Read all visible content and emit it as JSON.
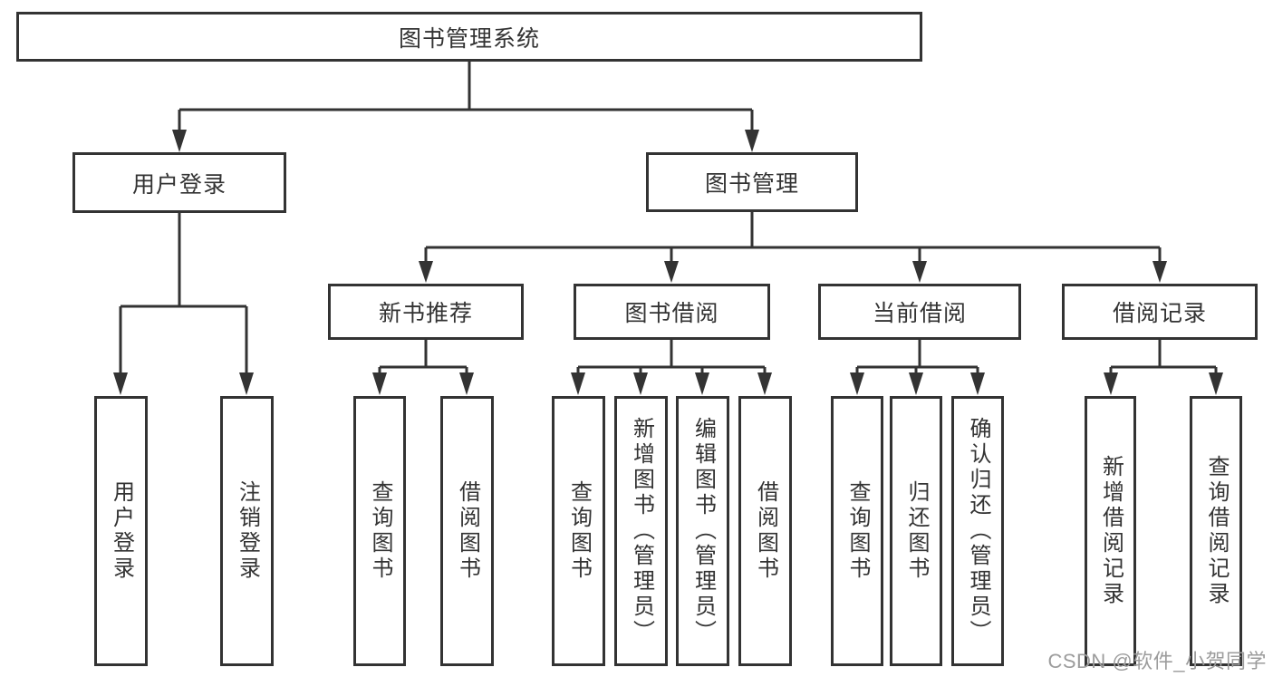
{
  "diagram": {
    "type": "hierarchy-diagram",
    "nodes": {
      "root": {
        "label": "图书管理系统"
      },
      "user_login": {
        "label": "用户登录"
      },
      "book_management": {
        "label": "图书管理"
      },
      "new_book_recommend": {
        "label": "新书推荐"
      },
      "book_borrowing": {
        "label": "图书借阅"
      },
      "current_borrowing": {
        "label": "当前借阅"
      },
      "borrowing_records": {
        "label": "借阅记录"
      },
      "leaf_user_login": {
        "label": "用户登录"
      },
      "leaf_logout": {
        "label": "注销登录"
      },
      "leaf_query_books_1": {
        "label": "查询图书"
      },
      "leaf_borrow_books_1": {
        "label": "借阅图书"
      },
      "leaf_query_books_2": {
        "label": "查询图书"
      },
      "leaf_add_books_admin": {
        "label": "新增图书（管理员）"
      },
      "leaf_edit_books_admin": {
        "label": "编辑图书（管理员）"
      },
      "leaf_borrow_books_2": {
        "label": "借阅图书"
      },
      "leaf_query_books_3": {
        "label": "查询图书"
      },
      "leaf_return_books": {
        "label": "归还图书"
      },
      "leaf_confirm_return_admin": {
        "label": "确认归还（管理员）"
      },
      "leaf_add_borrow_record": {
        "label": "新增借阅记录"
      },
      "leaf_query_borrow_record": {
        "label": "查询借阅记录"
      }
    },
    "edges": [
      {
        "from": "root",
        "to": "user_login"
      },
      {
        "from": "root",
        "to": "book_management"
      },
      {
        "from": "user_login",
        "to": "leaf_user_login"
      },
      {
        "from": "user_login",
        "to": "leaf_logout"
      },
      {
        "from": "book_management",
        "to": "new_book_recommend"
      },
      {
        "from": "book_management",
        "to": "book_borrowing"
      },
      {
        "from": "book_management",
        "to": "current_borrowing"
      },
      {
        "from": "book_management",
        "to": "borrowing_records"
      },
      {
        "from": "new_book_recommend",
        "to": "leaf_query_books_1"
      },
      {
        "from": "new_book_recommend",
        "to": "leaf_borrow_books_1"
      },
      {
        "from": "book_borrowing",
        "to": "leaf_query_books_2"
      },
      {
        "from": "book_borrowing",
        "to": "leaf_add_books_admin"
      },
      {
        "from": "book_borrowing",
        "to": "leaf_edit_books_admin"
      },
      {
        "from": "book_borrowing",
        "to": "leaf_borrow_books_2"
      },
      {
        "from": "current_borrowing",
        "to": "leaf_query_books_3"
      },
      {
        "from": "current_borrowing",
        "to": "leaf_return_books"
      },
      {
        "from": "current_borrowing",
        "to": "leaf_confirm_return_admin"
      },
      {
        "from": "borrowing_records",
        "to": "leaf_add_borrow_record"
      },
      {
        "from": "borrowing_records",
        "to": "leaf_query_borrow_record"
      }
    ],
    "colors": {
      "line": "#333333",
      "box_border": "#333333",
      "box_fill": "#ffffff",
      "text": "#333333",
      "background": "#ffffff",
      "watermark": "#9c9c9c"
    }
  },
  "watermark": {
    "text": "CSDN @软件_小贺同学"
  }
}
